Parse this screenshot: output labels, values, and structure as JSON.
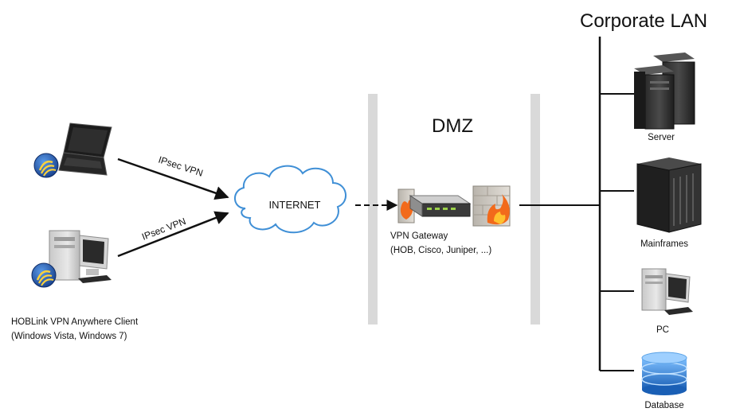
{
  "title": "Corporate LAN",
  "zone_label": "DMZ",
  "cloud_label": "INTERNET",
  "links": {
    "upper": "IPsec VPN",
    "lower": "IPsec VPN"
  },
  "client": {
    "line1": "HOBLink VPN Anywhere Client",
    "line2": "(Windows Vista, Windows 7)"
  },
  "gateway": {
    "line1": "VPN Gateway",
    "line2": "(HOB, Cisco, Juniper, ...)"
  },
  "lan_nodes": {
    "server": "Server",
    "mainframes": "Mainframes",
    "pc": "PC",
    "database": "Database"
  },
  "colors": {
    "line": "#111111",
    "dmz_wall": "#d9d9d9",
    "hob_badge": "#2a62b6",
    "fire": "#f26a1b"
  }
}
